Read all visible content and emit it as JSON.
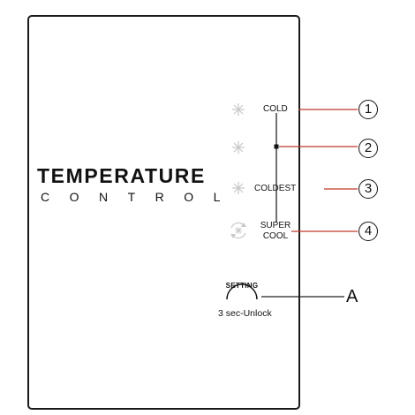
{
  "panel": {
    "title": "TEMPERATURE",
    "subtitle": "CONTROL"
  },
  "levels": [
    {
      "label": "COLD",
      "marker": "1",
      "icon": "snowflake-icon"
    },
    {
      "label": "",
      "marker": "2",
      "icon": "snowflake-icon"
    },
    {
      "label": "COLDEST",
      "marker": "3",
      "icon": "snowflake-icon"
    },
    {
      "label_line1": "SUPER",
      "label_line2": "COOL",
      "marker": "4",
      "icon": "super-cool-icon"
    }
  ],
  "setting": {
    "button_label": "SETTING",
    "caption": "3 sec-Unlock",
    "marker": "A"
  },
  "colors": {
    "panel_border": "#1a1a1a",
    "leader_line": "#c0392b",
    "icon_inactive": "#c8c8c8",
    "text": "#111111"
  }
}
